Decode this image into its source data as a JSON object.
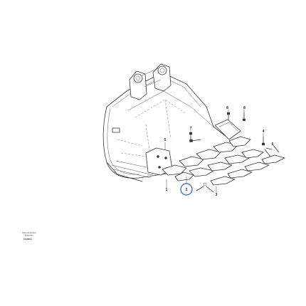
{
  "drawing": {
    "callouts": [
      {
        "id": "c8a",
        "text": "8"
      },
      {
        "id": "c8b",
        "text": "8"
      },
      {
        "id": "c7",
        "text": "7"
      },
      {
        "id": "c4",
        "text": "4"
      },
      {
        "id": "c5",
        "text": "5"
      },
      {
        "id": "c2",
        "text": "2",
        "highlighted": true
      },
      {
        "id": "c1",
        "text": "1"
      },
      {
        "id": "c3",
        "text": "3"
      },
      {
        "id": "c6",
        "text": "6"
      }
    ],
    "highlight_color": "#4a7bbd",
    "logo": {
      "line1": "Volvo Construction",
      "line2": "Equipment"
    },
    "reference_number": "1049504"
  }
}
